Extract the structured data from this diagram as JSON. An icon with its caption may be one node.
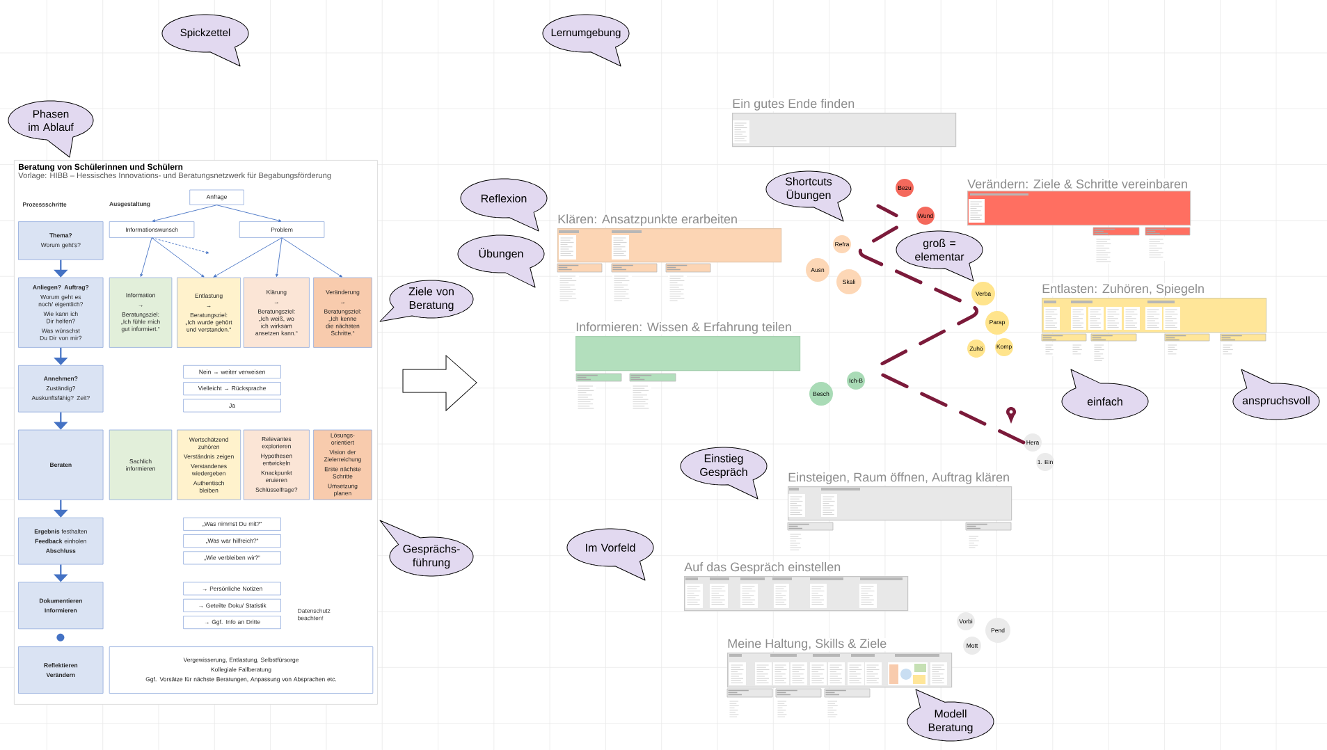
{
  "diagram": {
    "nodes": [
      {
        "text": [
          "Spickzettel"
        ]
      },
      {
        "text": [
          "Lernumgebung"
        ]
      },
      {
        "text": [
          "Phasen im Ablauf"
        ]
      },
      {
        "text": [
          "Beratung von Schülerinnen und Schülern",
          "Vorlage: HIBB – Hessisches Innovations- und Beratungsnetzwerk für Begabungsförderung"
        ]
      },
      {
        "text": [
          "Anfrage"
        ],
        "in": 3
      },
      {
        "text": [
          "Informationswunsch"
        ],
        "in": 3
      },
      {
        "text": [
          "Problem"
        ],
        "in": 3
      },
      {
        "text": [
          "Thema?",
          "Worum geht's?"
        ],
        "in": 3
      },
      {
        "text": [
          "Anliegen? Auftrag?",
          "Worum geht es noch/ eigentlich?",
          "Wie kann ich Dir helfen?",
          "Was wünschst Du Dir von mir?"
        ],
        "in": 3
      },
      {
        "text": [
          "Information",
          "→",
          "Beratungsziel: „Ich fühle mich gut informiert.“"
        ],
        "in": 3
      },
      {
        "text": [
          "Entlastung",
          "→",
          "Beratungsziel: „Ich wurde gehört und verstanden.“"
        ],
        "in": 3
      },
      {
        "text": [
          "Klärung",
          "→",
          "Beratungsziel: „Ich weiß, wo ich wirksam ansetzen kann.“"
        ],
        "in": 3
      },
      {
        "text": [
          "Veränderung",
          "→",
          "Beratungsziel: „Ich kenne die nächsten Schritte.“"
        ],
        "in": 3
      },
      {
        "text": [
          "Annehmen?",
          "Zuständig?",
          "Auskunftsfähig? Zeit?"
        ],
        "in": 3
      },
      {
        "text": [
          "Nein → weiter verweisen"
        ],
        "in": 3
      },
      {
        "text": [
          "Vielleicht → Rücksprache"
        ],
        "in": 3
      },
      {
        "text": [
          "Ja"
        ],
        "in": 3
      },
      {
        "text": [
          "Beraten"
        ],
        "in": 3
      },
      {
        "text": [
          "Sachlich informieren"
        ],
        "in": 3
      },
      {
        "text": [
          "Wertschätzend zuhören",
          "Verständnis zeigen",
          "Verstandenes wiedergeben",
          "Authentisch bleiben"
        ],
        "in": 3
      },
      {
        "text": [
          "Relevantes explorieren",
          "Hypothesen entwickeln",
          "Knackpunkt eruieren",
          "Schlüsselfrage?"
        ],
        "in": 3
      },
      {
        "text": [
          "Lösungs- orientiert",
          "Vision der Zielerreichung",
          "Erste nächste Schritte",
          "Umsetzung planen"
        ],
        "in": 3
      },
      {
        "text": [
          "**Ergebnis** festhalten",
          "**Feedback** einholen",
          "Abschluss"
        ],
        "in": 3
      },
      {
        "text": [
          "„Was nimmst Du mit?“"
        ],
        "in": 3
      },
      {
        "text": [
          "„Was war hilfreich?“"
        ],
        "in": 3
      },
      {
        "text": [
          "„Wie verbleiben wir?“"
        ],
        "in": 3
      },
      {
        "text": [
          "Dokumentieren",
          "Informieren"
        ],
        "in": 3
      },
      {
        "text": [
          "→ Persönliche Notizen"
        ],
        "in": 3
      },
      {
        "text": [
          "→ Geteilte Doku/ Statistik"
        ],
        "in": 3
      },
      {
        "text": [
          "→ Ggf. Info an Dritte"
        ],
        "in": 3
      },
      {
        "text": [
          "Reflektieren",
          "Verändern"
        ],
        "in": 3
      },
      {
        "text": [
          "Vergewisserung, Entlastung, Selbstfürsorge",
          "Kollegiale Fallberatung",
          "Ggf. Vorsätze für nächste Beratungen, Anpassung von Absprachen etc."
        ],
        "in": 3
      },
      {
        "text": [
          "Ziele von Beratung"
        ]
      },
      {
        "text": [
          "Gesprächs- führung"
        ]
      },
      {
        "text": [
          "Ein gutes Ende finden"
        ]
      },
      {
        "text": [
          "Shortcuts Übungen"
        ]
      },
      {
        "text": [
          "Verändern: Ziele & Schritte vereinbaren"
        ]
      },
      {
        "text": [
          "Reflexion"
        ]
      },
      {
        "text": [
          "Bezu"
        ]
      },
      {
        "text": [
          "Wund"
        ]
      },
      {
        "text": [
          "Klären: Ansatzpunkte erarbeiten"
        ]
      },
      {
        "text": [
          "groß = elementar"
        ]
      },
      {
        "text": [
          "Übungen"
        ]
      },
      {
        "text": [
          "Refra"
        ]
      },
      {
        "text": [
          "Ausn"
        ]
      },
      {
        "text": [
          "Skali"
        ]
      },
      {
        "text": [
          "Entlasten: Zuhören, Spiegeln"
        ]
      },
      {
        "text": [
          "Verba"
        ]
      },
      {
        "text": [
          "Parap"
        ]
      },
      {
        "text": [
          "Informieren: Wissen & Erfahrung teilen"
        ]
      },
      {
        "text": [
          "Komp"
        ]
      },
      {
        "text": [
          "Zuhö"
        ]
      },
      {
        "text": [
          "Ich-B"
        ]
      },
      {
        "text": [
          "einfach"
        ]
      },
      {
        "text": [
          "anspruchsvoll"
        ]
      },
      {
        "text": [
          "Besch"
        ]
      },
      {
        "text": [
          "Hera"
        ]
      },
      {
        "text": [
          "Einstieg Gespräch"
        ]
      },
      {
        "text": [
          "1. Ein"
        ]
      },
      {
        "text": [
          "Einsteigen, Raum öffnen, Auftrag klären"
        ]
      },
      {
        "text": [
          "Im Vorfeld"
        ]
      },
      {
        "text": [
          "Auf das Gespräch einstellen"
        ]
      },
      {
        "text": [
          "Vorbi"
        ]
      },
      {
        "text": [
          "Pend"
        ]
      },
      {
        "text": [
          "Meine Haltung, Skills & Ziele"
        ]
      },
      {
        "text": [
          "Mott"
        ]
      },
      {
        "text": [
          "Modell Beratung"
        ]
      }
    ],
    "edges": [
      {
        "from": 4,
        "to": 5,
        "arrow": "to"
      },
      {
        "from": 4,
        "to": 6,
        "arrow": "to"
      },
      {
        "from": 5,
        "to": 9,
        "arrow": "to"
      },
      {
        "from": 5,
        "to": 10,
        "arrow": "to"
      },
      {
        "from": 5,
        "to": null,
        "arrow": "to",
        "style": "dashed"
      },
      {
        "from": 6,
        "to": 10,
        "arrow": "to"
      },
      {
        "from": 6,
        "to": 11,
        "arrow": "to"
      },
      {
        "from": 6,
        "to": 12,
        "arrow": "to"
      },
      {
        "from": 7,
        "to": 8,
        "arrow": "to"
      },
      {
        "from": 8,
        "to": 13,
        "arrow": "to"
      },
      {
        "from": 13,
        "to": 17,
        "arrow": "to"
      },
      {
        "from": 17,
        "to": 22,
        "arrow": "to"
      },
      {
        "from": 22,
        "to": 26,
        "arrow": "to"
      },
      {
        "from": 56,
        "to": null,
        "arrow": "none",
        "style": "dashed",
        "color": "#7b1a3a"
      }
    ],
    "labels": [
      "Prozessschritte",
      "Ausgestaltung",
      "Datenschutz beachten!"
    ]
  }
}
